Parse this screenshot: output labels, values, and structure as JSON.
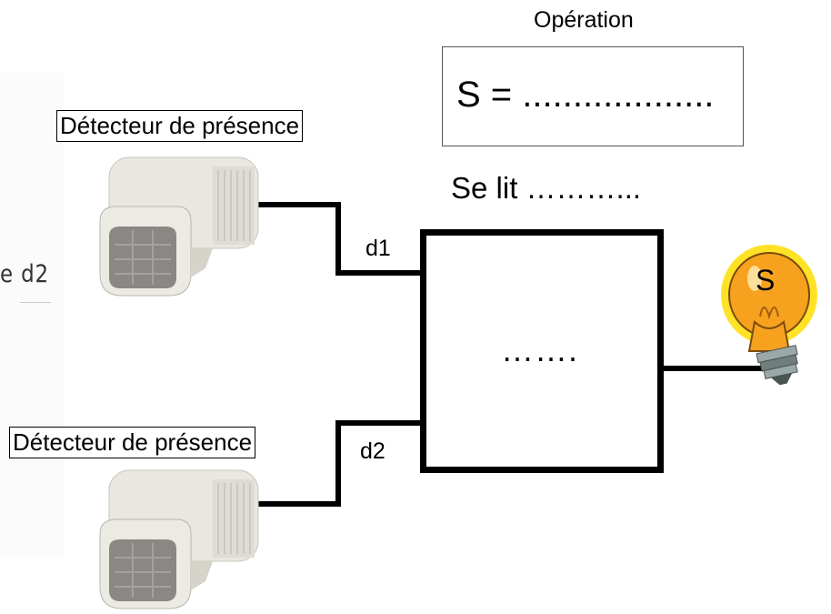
{
  "operation": {
    "title": "Opération",
    "formula": "S = ..................."
  },
  "reading": "Se lit ………...",
  "detectors": [
    {
      "label": "Détecteur de présence"
    },
    {
      "label": "Détecteur de présence"
    }
  ],
  "signals": {
    "d1": "d1",
    "d2": "d2"
  },
  "gate": {
    "placeholder": "……."
  },
  "output": {
    "label": "S"
  },
  "background_fragment": "e d2",
  "colors": {
    "wire": "#000000",
    "sensor_body": "#e9e7df",
    "sensor_shadow": "#b9b6ad",
    "sensor_lens": "#8a8884",
    "bulb_glass": "#f6a21e",
    "bulb_glow": "#ffe01a",
    "bulb_base": "#6f7e7c"
  },
  "icons": [
    "motion-sensor-icon",
    "light-bulb-icon"
  ]
}
